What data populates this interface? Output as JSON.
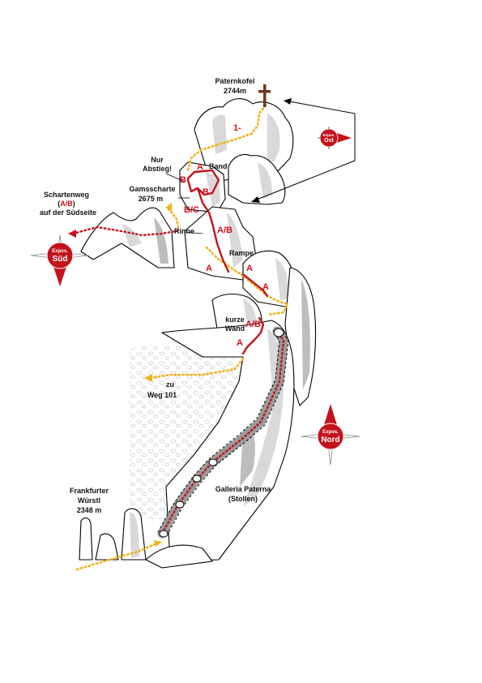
{
  "summit": {
    "name": "Paternkofel",
    "elevation": "2744m"
  },
  "labels": {
    "nur_abstieg_line1": "Nur",
    "nur_abstieg_line2": "Abstieg!",
    "band": "Band",
    "gamsscharte_name": "Gamsscharte",
    "gamsscharte_elev": "2675 m",
    "schartenweg_line1": "Schartenweg",
    "schartenweg_grade_open": "(",
    "schartenweg_grade": "A/B",
    "schartenweg_grade_close": ")",
    "schartenweg_line3": "auf der Südseite",
    "rinne": "Rinne",
    "rampe": "Rampe",
    "kurze_wand_line1": "kurze",
    "kurze_wand_line2": "Wand",
    "zu_line1": "zu",
    "zu_line2": "Weg 101",
    "frankfurter_line1": "Frankfurter",
    "frankfurter_line2": "Würstl",
    "frankfurter_elev": "2348 m",
    "galleria_line1": "Galleria Paterna",
    "galleria_line2": "(Stollen)"
  },
  "grades": {
    "g_1minus": "1-",
    "g_band_a": "A",
    "g_b_left": "B",
    "g_b_mid": "B",
    "g_bc": "B/C",
    "g_ab_upper": "A/B",
    "g_a_rampe_left": "A",
    "g_a_rampe_mid": "A",
    "g_a_rampe_right": "A",
    "g_ab_wand": "A/B",
    "g_a_lower": "A"
  },
  "compasses": {
    "ost": {
      "top": "Expos.",
      "bottom": "Ost"
    },
    "sued": {
      "top": "Expos.",
      "bottom": "Süd"
    },
    "nord": {
      "top": "Expos.",
      "bottom": "Nord"
    }
  },
  "colors": {
    "route_red": "#c4121a",
    "path_yellow": "#f2b31a",
    "compass_red": "#c4121a",
    "cross_brown": "#6b3a1e"
  }
}
